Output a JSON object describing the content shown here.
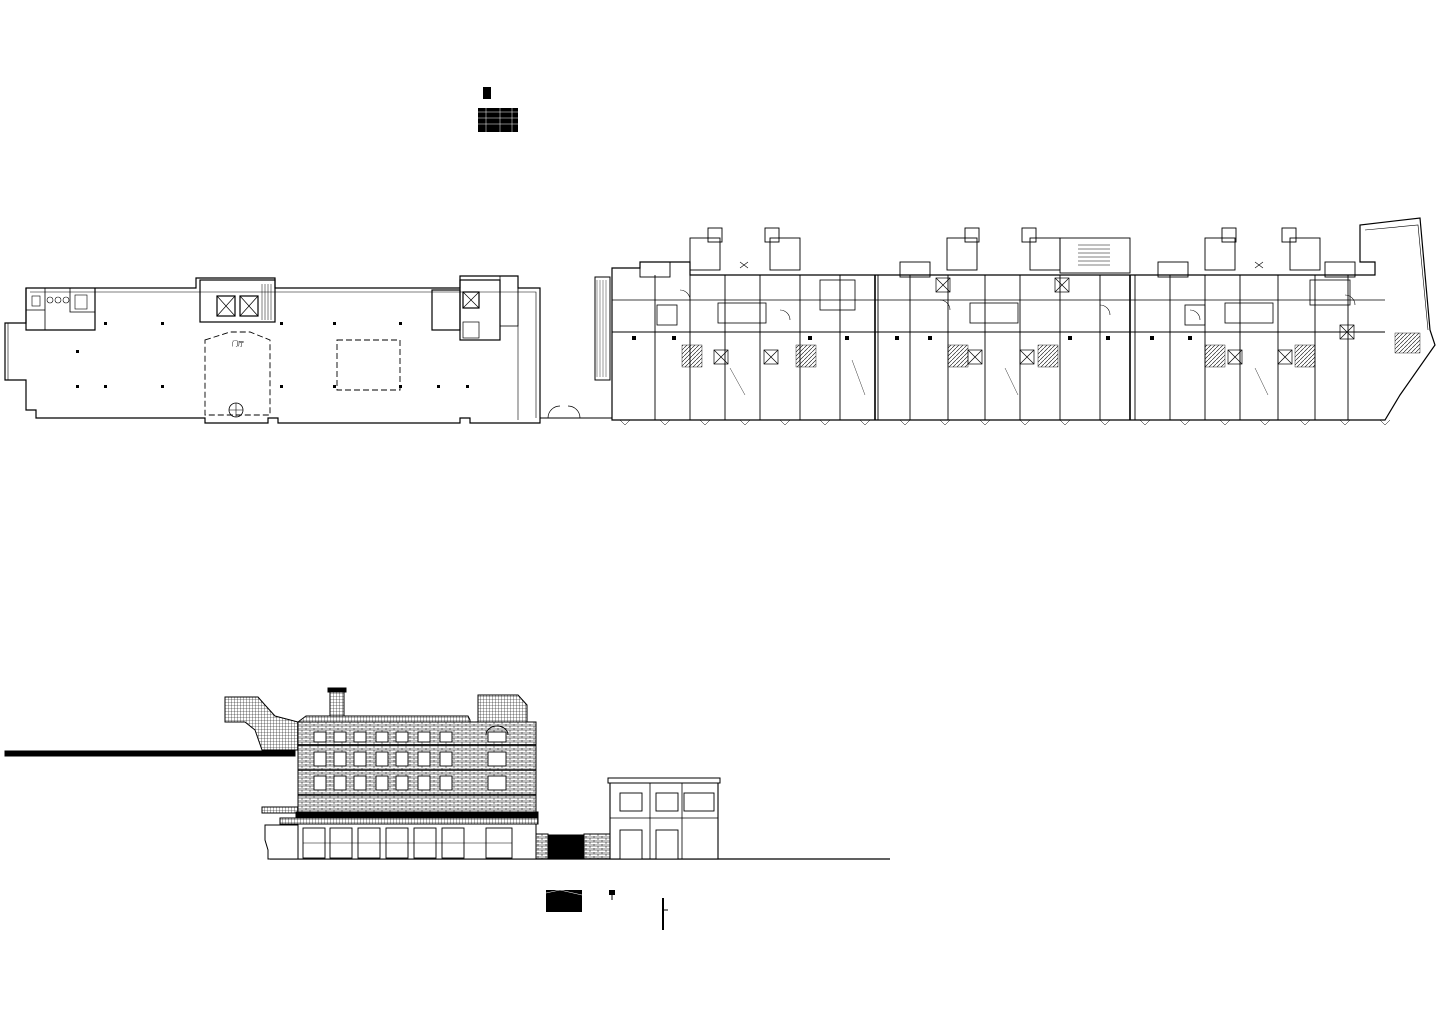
{
  "drawing": {
    "background": "#ffffff",
    "line_color": "#000000",
    "sheets": [
      {
        "kind": "title-block",
        "text": ""
      },
      {
        "kind": "floor-plan-west",
        "text": ""
      },
      {
        "kind": "floor-plan-east",
        "text": ""
      },
      {
        "kind": "elevation",
        "text": ""
      },
      {
        "kind": "legend",
        "text": ""
      }
    ]
  }
}
